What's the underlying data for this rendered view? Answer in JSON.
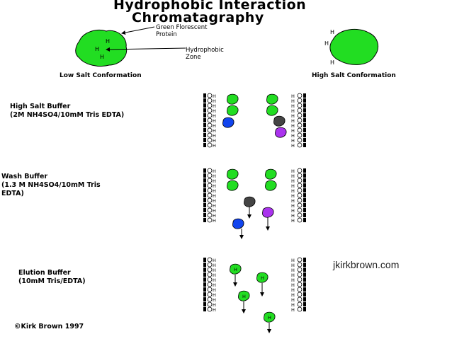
{
  "title": {
    "line1": "Hydrophobic Interaction",
    "line2": "Chromatagraphy"
  },
  "top_panel": {
    "protein_label": "Green Florescent Protein",
    "protein_label_line1": "Green Florescent",
    "protein_label_line2": "Protein",
    "zone_label_line1": "Hydrophobic",
    "zone_label_line2": "Zone",
    "h_mark": "H",
    "low_salt_caption": "Low Salt Conformation",
    "high_salt_caption": "High Salt Conformation"
  },
  "buffers": [
    {
      "line1": "High Salt Buffer",
      "line2": "(2M NH4SO4/10mM Tris EDTA)",
      "line3": ""
    },
    {
      "line1": "Wash Buffer",
      "line2": "(1.3 M NH4SO4/10mM Tris",
      "line3": "EDTA)"
    },
    {
      "line1": "Elution Buffer",
      "line2": "(10mM Tris/EDTA)",
      "line3": ""
    }
  ],
  "column_marks": {
    "h": "H",
    "o": "O"
  },
  "copyright": "©Kirk Brown 1997",
  "watermark": "jkirkbrown.com",
  "colors": {
    "gfp": "#22dd22",
    "blue_protein": "#1144ee",
    "gray_protein": "#444444",
    "purple_protein": "#aa33ee",
    "ink": "#000000"
  }
}
